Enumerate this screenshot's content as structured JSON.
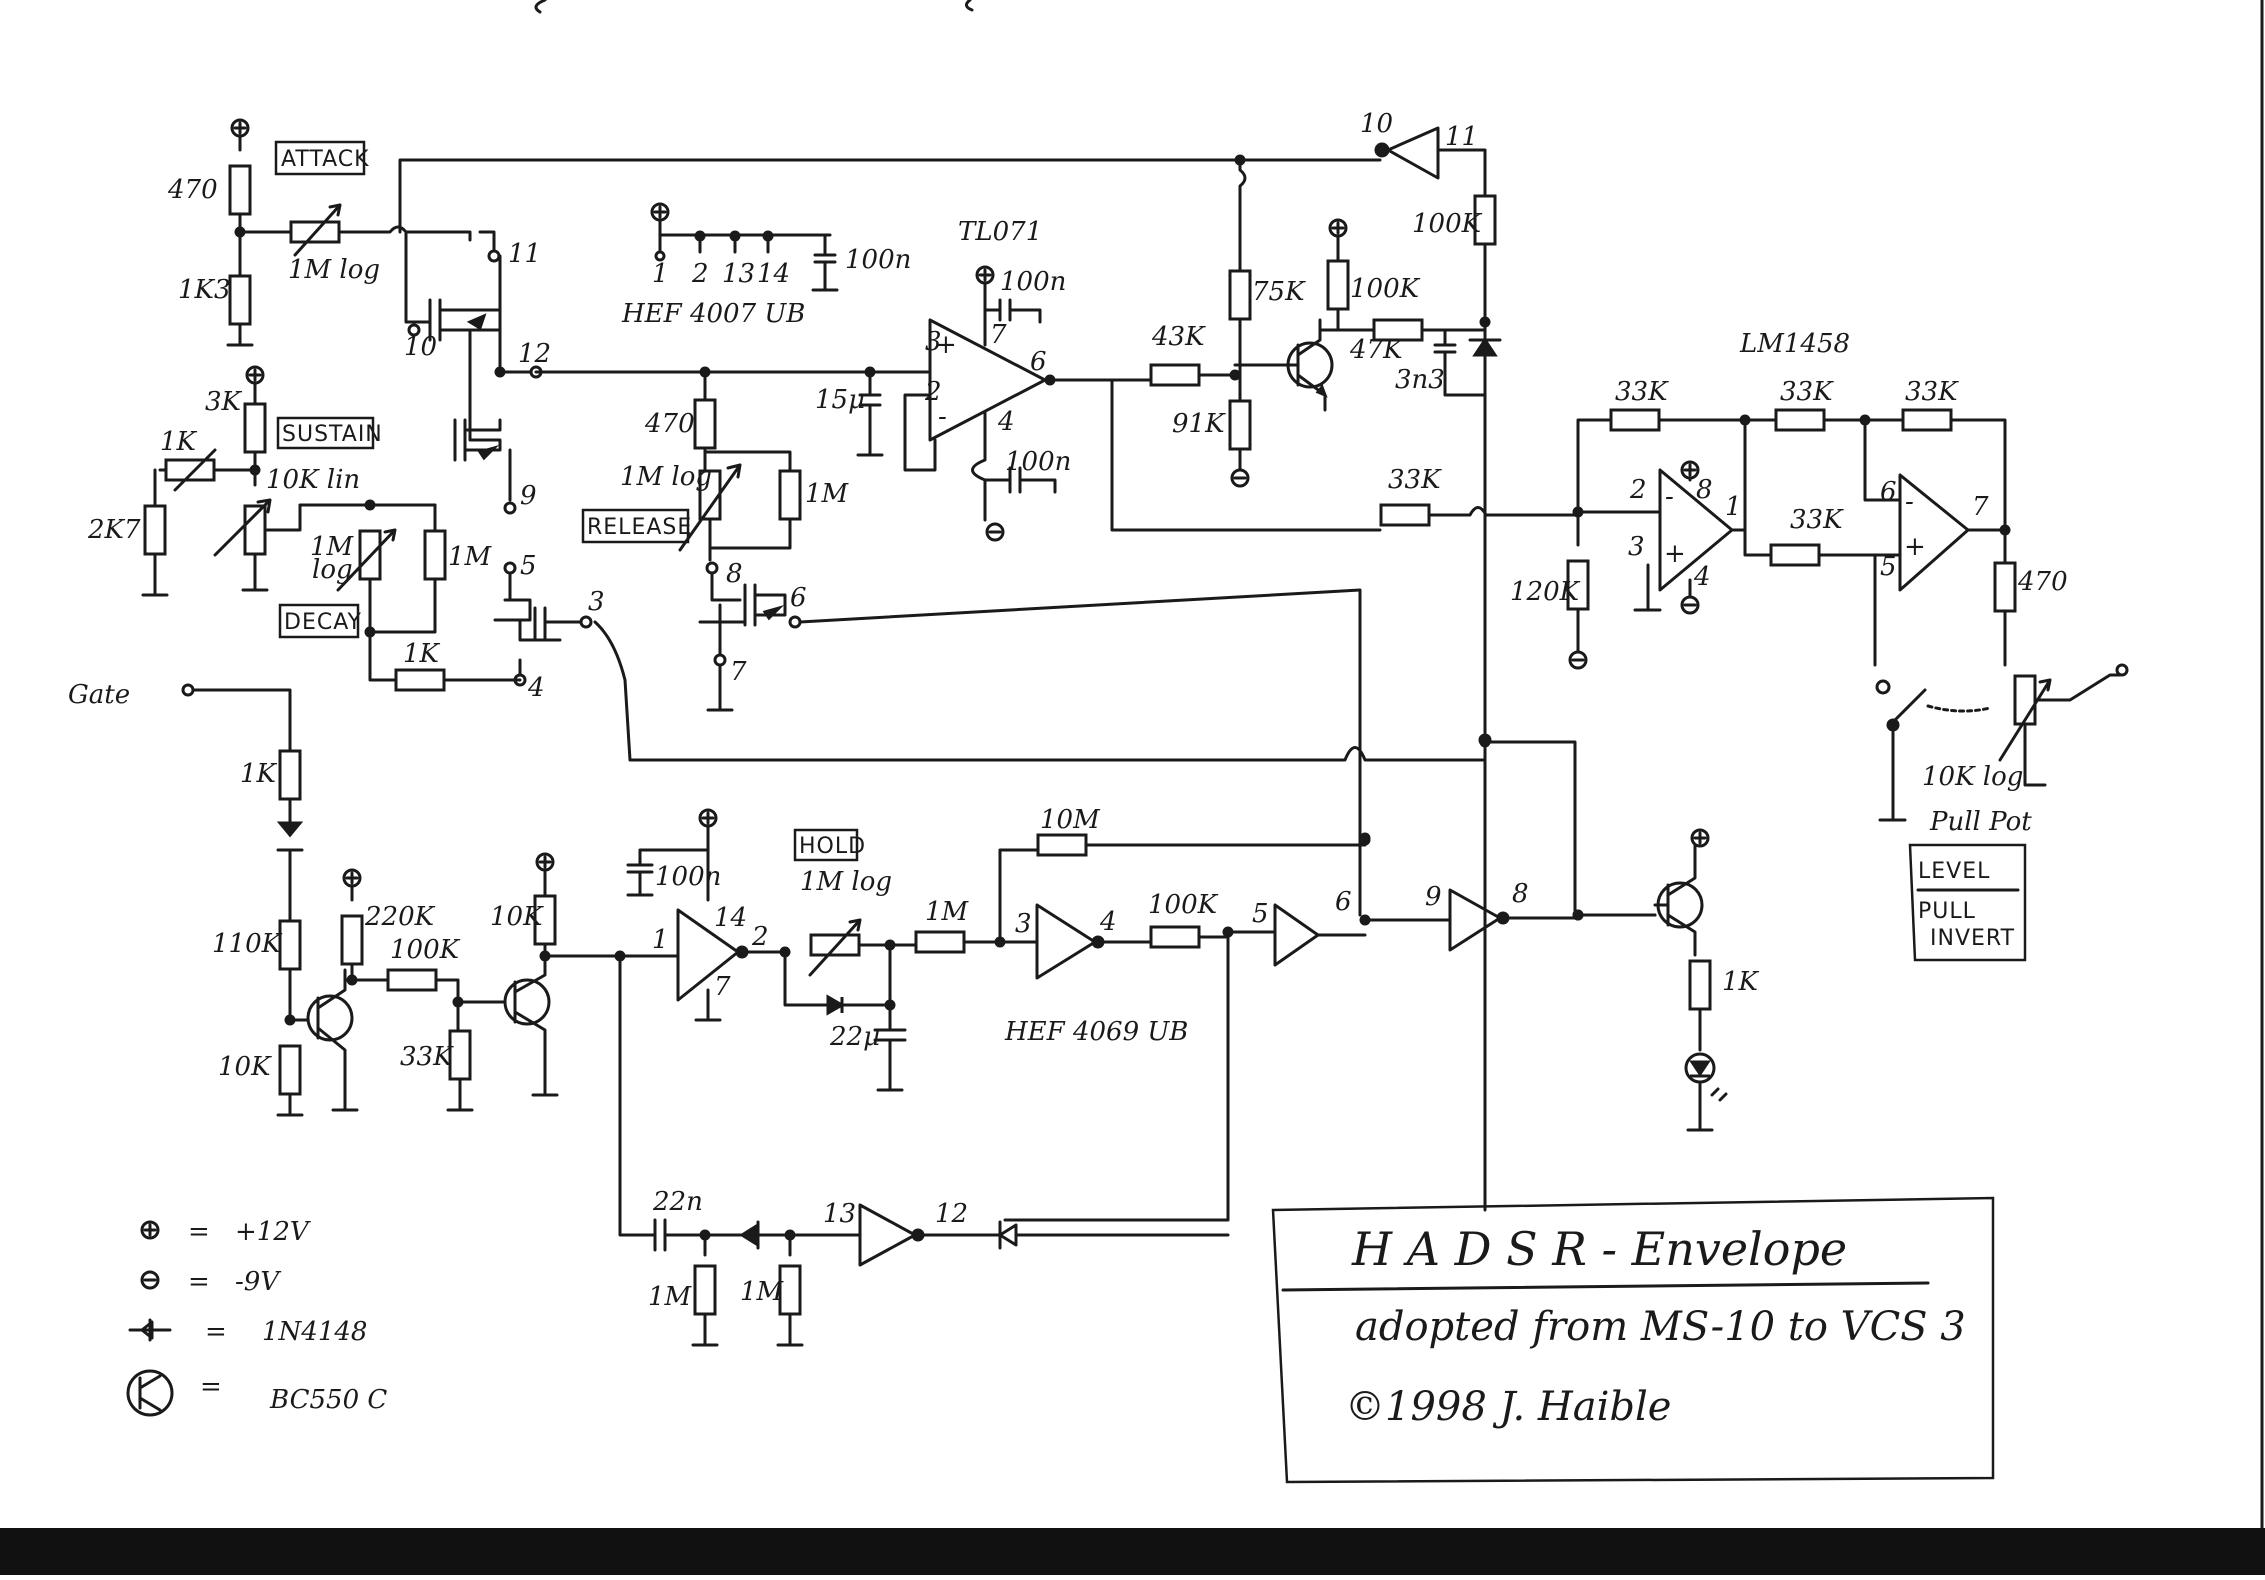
{
  "colors": {
    "ink": "#1a1a1a",
    "paper": "#ffffff",
    "footer_bar": "#111111"
  },
  "labels": {
    "attack": "ATTACK",
    "sustain": "SUSTAIN",
    "decay": "DECAY",
    "release": "RELEASE",
    "hold": "HOLD",
    "level": "LEVEL",
    "pull": "PULL",
    "invert": "INVERT",
    "pull_pot": "Pull Pot",
    "gate": "Gate",
    "tl071": "TL071",
    "lm1458": "LM1458",
    "hef4007": "HEF 4007 UB",
    "hef4069": "HEF 4069 UB",
    "r470": "470",
    "r1k3": "1K3",
    "r3k": "3K",
    "r1k": "1K",
    "r2k7": "2K7",
    "p1mlog": "1M log",
    "p10klin": "10K lin",
    "p1mlog_stacked_a": "1M",
    "p1mlog_stacked_b": "log",
    "r1m": "1M",
    "c15u": "15µ",
    "c100n": "100n",
    "r43k": "43K",
    "r75k": "75K",
    "r91k": "91K",
    "r100k": "100K",
    "r47k": "47K",
    "c3n3": "3n3",
    "r33k": "33K",
    "r120k": "120K",
    "p10klog": "10K log",
    "r110k": "110K",
    "r10k": "10K",
    "r220k": "220K",
    "r10m": "10M",
    "c22u": "22µ",
    "c22n": "22n",
    "pins_4007": [
      "1",
      "2",
      "13",
      "14"
    ],
    "pin": {
      "p1": "1",
      "p2": "2",
      "p3": "3",
      "p4": "4",
      "p5": "5",
      "p6": "6",
      "p7": "7",
      "p8": "8",
      "p9": "9",
      "p10": "10",
      "p11": "11",
      "p12": "12",
      "p13": "13",
      "p14": "14",
      "plus": "+",
      "minus": "-"
    }
  },
  "legend": {
    "plus_sym": "+",
    "plus_eq": "=",
    "plus_val": "+12V",
    "minus_sym": "-",
    "minus_eq": "=",
    "minus_val": "-9V",
    "diode_eq": "=",
    "diode_val": "1N4148",
    "transistor_eq": "=",
    "transistor_val": "BC550 C"
  },
  "title_block": {
    "title": "H A D S R  -  Envelope",
    "subtitle": "adopted  from  MS-10  to  VCS 3",
    "copyright": "©1998   J. Haible"
  }
}
